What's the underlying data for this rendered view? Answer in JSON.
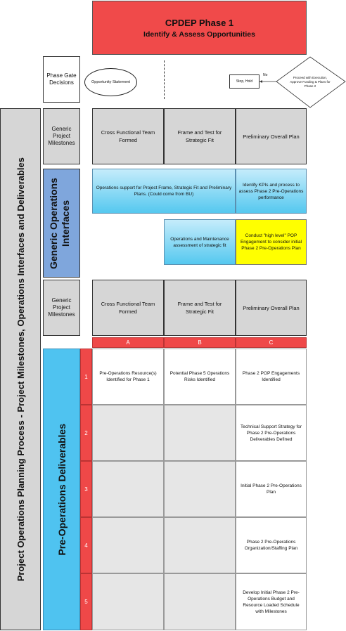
{
  "header": {
    "title": "CPDEP Phase 1",
    "subtitle": "Identify & Assess Opportunities"
  },
  "phase_gate": {
    "label": "Phase Gate Decisions",
    "oval": "Opportunity Statement",
    "stop_box": "Stop, Hold",
    "no_label": "No",
    "diamond": "Proceed with Execution, Approve Funding & Plans for Phase 2"
  },
  "side_titles": {
    "outer": "Project Operations Planning Process - Project Milestones, Operations Interfaces and Deliverables",
    "interfaces": "Generic Operations Interfaces",
    "deliverables": "Pre-Operations Deliverables"
  },
  "milestones_top": {
    "label": "Generic Project Milestones",
    "cells": [
      "Cross Functional Team Formed",
      "Frame and Test for Strategic Fit",
      "Preliminary Overall Plan"
    ]
  },
  "interfaces": {
    "ops_support": "Operations support for Project Frame, Strategic Fit and Preliminary Plans. (Could come from BU)",
    "identify_kpis": "Identify KPIs and process to assess Phase 2 Pre-Operations performance",
    "ops_maintenance": "Operations and Maintenance assessment of strategic fit",
    "conduct_pop": "Conduct \"high level\" POP Engagement to consider initial Phase 2 Pre-Operations Plan"
  },
  "milestones_bottom": {
    "label": "Generic Project Milestones",
    "cells": [
      "Cross Functional Team Formed",
      "Frame and Test for Strategic Fit",
      "Preliminary Overall Plan"
    ]
  },
  "columns": [
    "A",
    "B",
    "C"
  ],
  "deliverables": [
    {
      "num": "1",
      "a": "Pre-Operations Resource(s) Identified for Phase 1",
      "b": "Potential Phase 5 Operations Risks Identified",
      "c": "Phase 2 POP Engagements Identified"
    },
    {
      "num": "2",
      "a": "",
      "b": "",
      "c": "Technical Support Strategy for Phase 2 Pre-Operations Deliverables Defined"
    },
    {
      "num": "3",
      "a": "",
      "b": "",
      "c": "Initial Phase 2 Pre-Operations Plan"
    },
    {
      "num": "4",
      "a": "",
      "b": "",
      "c": "Phase 2 Pre-Operations Organization/Staffing Plan"
    },
    {
      "num": "5",
      "a": "",
      "b": "",
      "c": "Develop Initial Phase 2 Pre-Operations Budget and Resource Loaded Schedule with Milestones"
    }
  ],
  "colors": {
    "title_red": "#f04a4a",
    "row_red": "#ef4848",
    "blue": "#4fc3f0",
    "interfaces_blue": "#7fa6dc",
    "yellow": "#ffff00",
    "grey": "#d6d6d6"
  }
}
